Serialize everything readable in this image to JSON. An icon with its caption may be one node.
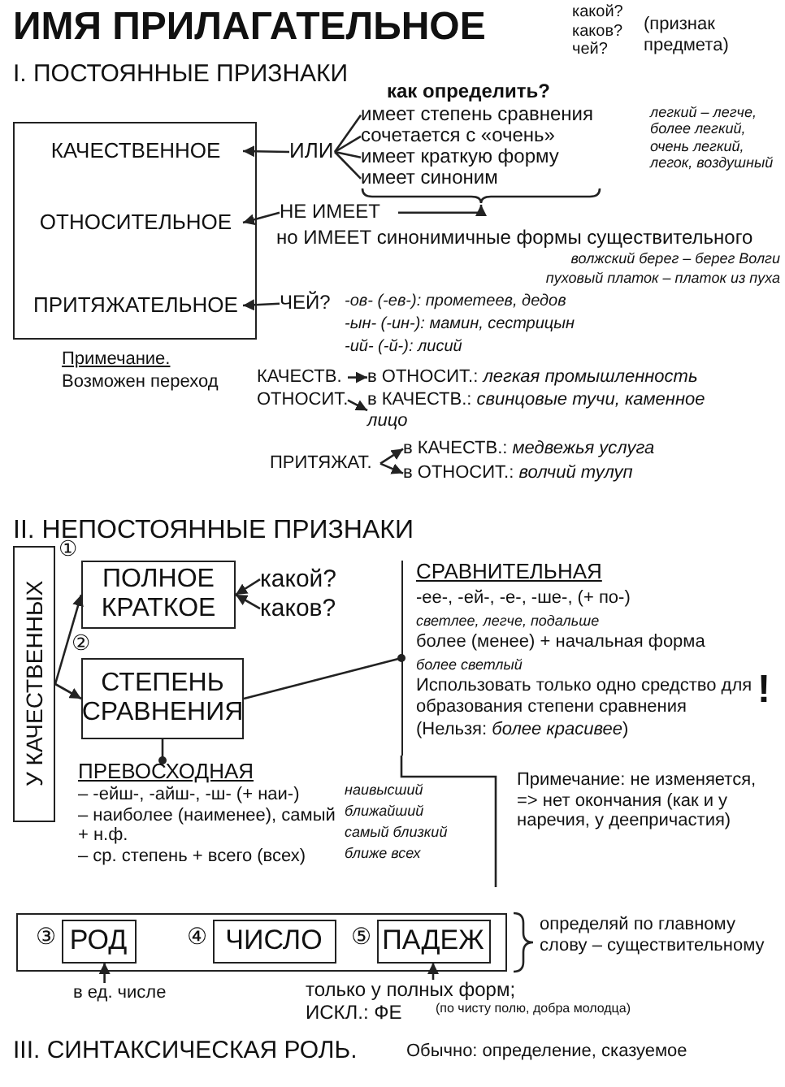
{
  "diagram": {
    "title": "ИМЯ ПРИЛАГАТЕЛЬНОЕ",
    "nodes": [
      {
        "text": [],
        "shape": "box"
      },
      {
        "text": [
          "КАЧЕСТВЕННОЕ"
        ],
        "in": 0
      },
      {
        "text": [
          "ОТНОСИТЕЛЬНОЕ"
        ],
        "in": 0
      },
      {
        "text": [
          "ПРИТЯЖАТЕЛЬНОЕ"
        ],
        "in": 0
      },
      {
        "text": [
          "ИЛИ"
        ]
      },
      {
        "text": [
          "имеет степень сравнения"
        ]
      },
      {
        "text": [
          "сочетается с «очень»"
        ]
      },
      {
        "text": [
          "имеет краткую форму"
        ]
      },
      {
        "text": [
          "имеет синоним"
        ]
      },
      {
        "text": [
          "НЕ ИМЕЕТ"
        ]
      },
      {
        "text": [
          "ЧЕЙ?"
        ]
      },
      {
        "text": [
          "КАЧЕСТВ."
        ]
      },
      {
        "text": [
          "в ОТНОСИТ.: *легкая промышленность*"
        ]
      },
      {
        "text": [
          "ОТНОСИТ."
        ]
      },
      {
        "text": [
          "в КАЧЕСТВ.: *свинцовые тучи, каменное лицо*"
        ]
      },
      {
        "text": [
          "ПРИТЯЖАТ."
        ]
      },
      {
        "text": [
          "в КАЧЕСТВ.: *медвежья услуга*"
        ]
      },
      {
        "text": [
          "в ОТНОСИТ.: *волчий тулуп*"
        ]
      },
      {
        "text": [
          "У КАЧЕСТВЕННЫХ"
        ]
      },
      {
        "text": [
          "ПОЛНОЕ",
          "КРАТКОЕ"
        ],
        "beside": [
          "①"
        ]
      },
      {
        "text": [
          "какой?"
        ]
      },
      {
        "text": [
          "каков?"
        ]
      },
      {
        "text": [
          "СТЕПЕНЬ СРАВНЕНИЯ"
        ],
        "beside": [
          "②"
        ]
      },
      {
        "text": [
          "СРАВНИТЕЛЬНАЯ",
          "-ее-, -ей-, -е-, -ше-, (+ по-)",
          "светлее, легче, подальше",
          "более (менее) + начальная форма",
          "более светлый",
          "Использовать только одно средство для образования степени сравнения",
          "(Нельзя: *более красивее*)"
        ],
        "beside": [
          "!"
        ]
      },
      {
        "text": [
          "ПРЕВОСХОДНАЯ",
          "– -ейш-, -айш-, -ш- (+ наи-)",
          "– наиболее (наименее), самый + н.ф.",
          "– ср. степень + всего (всех)"
        ],
        "beside": [
          "наивысший",
          "ближайший",
          "самый близкий",
          "ближе всех"
        ]
      },
      {
        "text": [
          "Примечание: не изменяется, => нет окончания (как и у наречия, у деепричастия)"
        ]
      },
      {
        "text": [],
        "shape": "box"
      },
      {
        "text": [
          "РОД"
        ],
        "in": 26,
        "beside": [
          "③"
        ]
      },
      {
        "text": [
          "ЧИСЛО"
        ],
        "in": 26,
        "beside": [
          "④"
        ]
      },
      {
        "text": [
          "ПАДЕЖ"
        ],
        "in": 26,
        "beside": [
          "⑤"
        ]
      },
      {
        "text": [
          "в ед. числе"
        ]
      },
      {
        "text": [
          "только у полных форм; ИСКЛ.: ФЕ"
        ],
        "beside": [
          "(по чисту полю, добра молодца)"
        ]
      },
      {
        "text": [],
        "shape": "brace"
      }
    ],
    "edges": [
      {
        "from": 4,
        "to": 1,
        "arrow": "to"
      },
      {
        "from": 4,
        "to": 5,
        "arrow": "none"
      },
      {
        "from": 4,
        "to": 6,
        "arrow": "none"
      },
      {
        "from": 4,
        "to": 7,
        "arrow": "none"
      },
      {
        "from": 4,
        "to": 8,
        "arrow": "none"
      },
      {
        "from": 9,
        "to": 2,
        "arrow": "to"
      },
      {
        "from": 9,
        "to": 32,
        "arrow": "to"
      },
      {
        "from": 10,
        "to": 3,
        "arrow": "to"
      },
      {
        "from": 11,
        "to": 12,
        "arrow": "to"
      },
      {
        "from": 13,
        "to": 14,
        "arrow": "to"
      },
      {
        "from": 15,
        "to": 16,
        "arrow": "to"
      },
      {
        "from": 15,
        "to": 17,
        "arrow": "to"
      },
      {
        "from": 18,
        "to": 19,
        "arrow": "to"
      },
      {
        "from": 18,
        "to": 22,
        "arrow": "to"
      },
      {
        "from": 20,
        "to": 19,
        "arrow": "to"
      },
      {
        "from": 21,
        "to": 19,
        "arrow": "to"
      },
      {
        "from": 22,
        "to": 23,
        "arrow": "other"
      },
      {
        "from": 22,
        "to": 24,
        "arrow": "other"
      },
      {
        "from": 30,
        "to": 27,
        "arrow": "to"
      },
      {
        "from": 31,
        "to": 29,
        "arrow": "to"
      }
    ],
    "labels": [
      "какой? каков? чей?",
      "(признак предмета)",
      "I. ПОСТОЯННЫЕ ПРИЗНАКИ",
      "как определить?",
      "легкий – легче, более легкий, очень легкий, легок, воздушный",
      "но ИМЕЕТ синонимичные формы существительного",
      "волжский берег – берег Волги",
      "пуховый платок – платок из пуха",
      "-ов- (-ев-): прометеев, дедов",
      "-ын- (-ин-): мамин, сестрицын",
      "-ий- (-й-): лисий",
      "Примечание.",
      "Возможен переход",
      "II. НЕПОСТОЯННЫЕ ПРИЗНАКИ",
      "определяй по главному слову – существительному",
      "III. СИНТАКСИЧЕСКАЯ РОЛЬ.",
      "Обычно: определение, сказуемое"
    ]
  }
}
